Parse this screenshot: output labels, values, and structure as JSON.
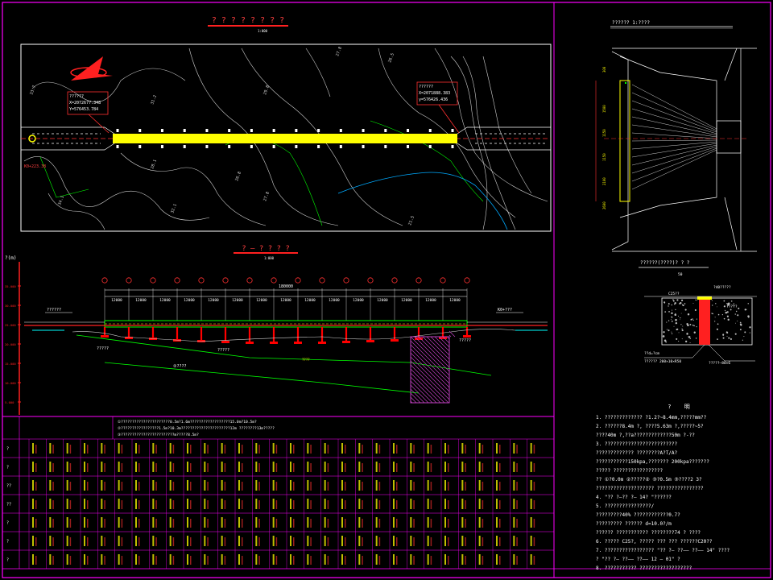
{
  "colors": {
    "background": "#000000",
    "frame": "#ff00ff",
    "title": "#ff3030",
    "text": "#ffffff",
    "deck": "#ffff00",
    "terrain": "#00ff00",
    "water": "#00ffff",
    "pier": "#ff0000",
    "contour": "#d0d0d0",
    "grid": "#ff00ff",
    "hatch": "#c040c0"
  },
  "plan": {
    "title": "? ? ? ? ? ? ? ?",
    "scale": "1:000",
    "north_arrow": "north-arrow-icon",
    "coord_left": {
      "label": "??????",
      "x": "X=2072677.348",
      "y": "Y=576453.784"
    },
    "coord_right": {
      "label": "??????",
      "x": "X=2071888.383",
      "y": "y=576426.436"
    },
    "contour_labels": [
      "33.7",
      "31.2",
      "29.8",
      "27.8",
      "26.5",
      "26.8",
      "27.8",
      "21.5",
      "28.1",
      "34.1",
      "32.1"
    ],
    "station_label": "K0+223.38"
  },
  "elevation": {
    "title": "? — ? ? ? ?",
    "scale": "1:000",
    "ylabel": "?(m)",
    "total_span": "180000",
    "span_labels": [
      "12000",
      "12000",
      "12000",
      "12000",
      "12000",
      "12000",
      "12000",
      "12000",
      "12000",
      "12000",
      "12000",
      "12000",
      "12000",
      "12000",
      "12000"
    ],
    "pier_count": 16,
    "left_label": "??????",
    "right_label": "K0+???",
    "annotations": [
      "?????",
      "?????",
      "②????",
      "?????",
      "????"
    ],
    "elev_scale": [
      "35.000",
      "30.000",
      "25.000",
      "20.000",
      "15.000",
      "10.000",
      "5.000"
    ]
  },
  "profile_table": {
    "header_lines": [
      "①??????????????????????0.5m?1.6m??????????????????15.0m?10.5m?",
      "②?????????????????1.5m?10.3m??????????????????????12m ????????13m?????",
      "③????????????????????????m?????8.5m?"
    ],
    "row_labels": [
      "?",
      "?",
      "??",
      "??",
      "?",
      "?",
      "?"
    ],
    "columns": 30
  },
  "detail_top": {
    "title": "?????? 1:????",
    "dims": [
      "300",
      "1500",
      "1150",
      "1150",
      "2100",
      "2600"
    ]
  },
  "detail_section": {
    "title": "??????(????)? ? ?",
    "dim": "50",
    "labels": [
      "?40?????",
      "C25??",
      "?????",
      "?????? 200×10×R50",
      "?????—80×6",
      "??d=?cm"
    ]
  },
  "notes": {
    "heading": "? 明",
    "lines": [
      "1. ????????????? ?1.2?~8.4mm,?????mm??",
      "2. ??????8.4m ?,  ????5.63m ?,?????~5?",
      "   ????40m ?,??a?????????????50m ?-??",
      "3. ?????????????????????????",
      "   ????????????? ????????A?T/A?",
      "   ???????????150kpa,??????? 200kpa???????",
      "   ?????  ?????????????????",
      "   ??  ①?0.0m ②?????② ③?0.5m ③????2 3?",
      "   ????????????????????  ????????????????",
      "4. \"?? ?—?? ?— 14? \"??????",
      "5. ????????????????/",
      "   ?????????40%        ????????????0.7?",
      "   ????????? ?????? d=10.0?/m",
      "   ?????? ??????????? ????????74 ? ????",
      "6. ????? C25?, ????? ??? ??? ??????C20??",
      "7. ????????????????? \"?? ?— ??—— ??—— 14\" ????",
      "   ? \"?? ?— ??—— ??—— 12 — 01\" ?",
      "8. ??????????? ??????????????????"
    ]
  }
}
